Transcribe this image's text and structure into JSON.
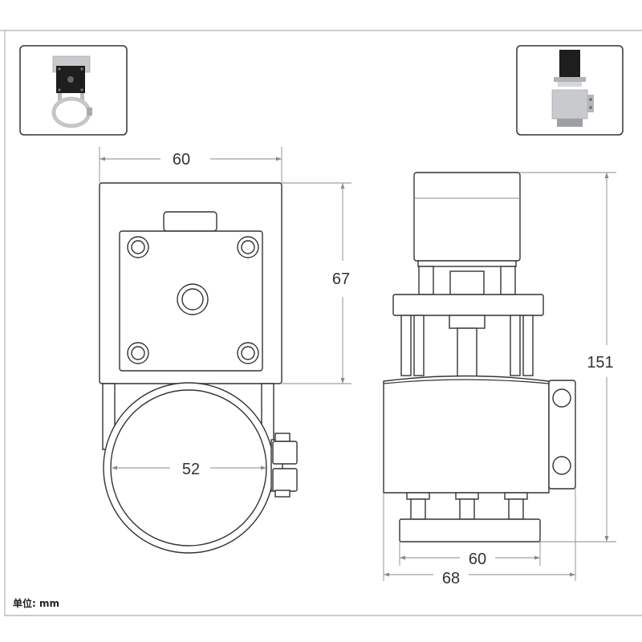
{
  "dimensions": {
    "top_width": "60",
    "plate_height": "67",
    "ring_diameter": "52",
    "total_height": "151",
    "base_width": "60",
    "overall_width": "68"
  },
  "unit_label": "单位: mm",
  "colors": {
    "outline": "#333333",
    "dimension_line": "#8a8a8a",
    "photo_metal": "#c8cacd",
    "photo_motor": "#1e1e1e"
  }
}
